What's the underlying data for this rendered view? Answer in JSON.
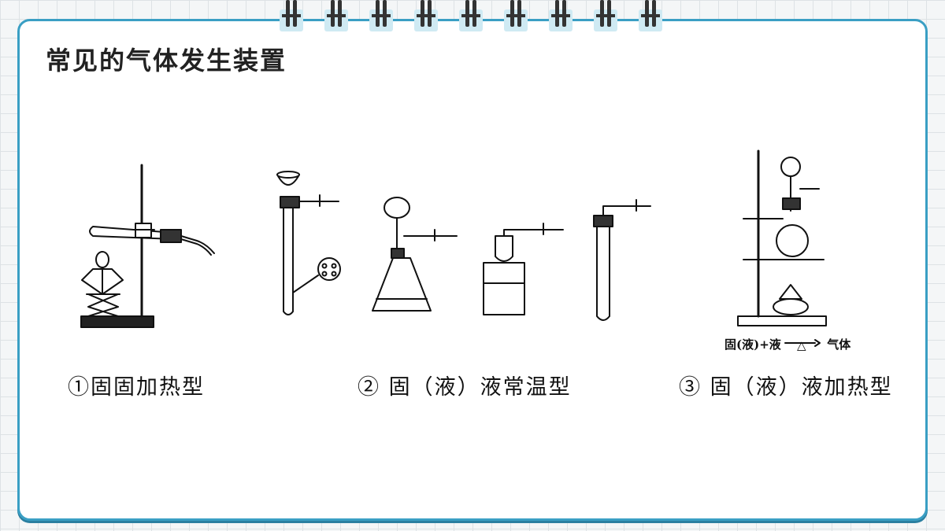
{
  "slide": {
    "title": "常见的气体发生装置",
    "captions": {
      "first": "①固固加热型",
      "second": "② 固（液）液常温型",
      "third": "③ 固（液）液加热型"
    },
    "equation": {
      "left": "固(液)+液",
      "condition": "△",
      "right": "气体"
    }
  },
  "colors": {
    "border": "#3a9fc4",
    "ring_tab": "#cfeaf3"
  }
}
